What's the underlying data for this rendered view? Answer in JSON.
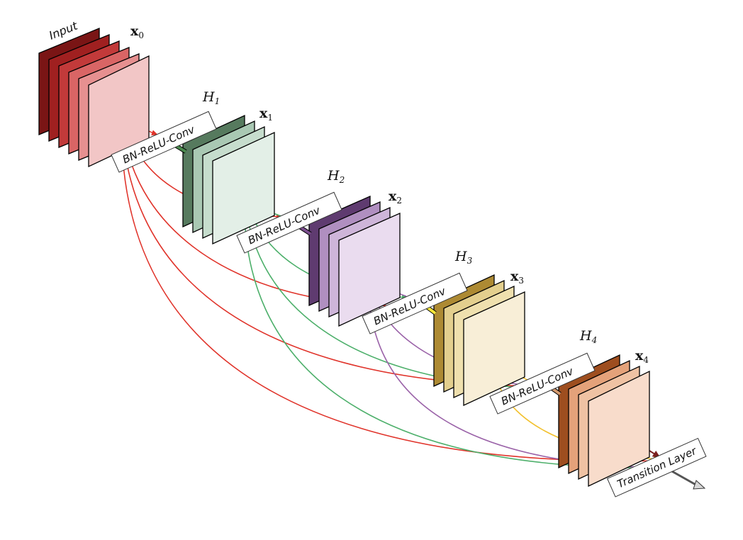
{
  "labels": {
    "input": "Input",
    "x0": {
      "sym": "x",
      "sub": "0"
    },
    "blocks": [
      {
        "h_sym": "H",
        "h_sub": "1",
        "op": "BN-ReLU-Conv",
        "x_sym": "x",
        "x_sub": "1"
      },
      {
        "h_sym": "H",
        "h_sub": "2",
        "op": "BN-ReLU-Conv",
        "x_sym": "x",
        "x_sub": "2"
      },
      {
        "h_sym": "H",
        "h_sub": "3",
        "op": "BN-ReLU-Conv",
        "x_sym": "x",
        "x_sub": "3"
      },
      {
        "h_sym": "H",
        "h_sub": "4",
        "op": "BN-ReLU-Conv",
        "x_sym": "x",
        "x_sub": "4"
      }
    ],
    "transition": "Transition Layer"
  },
  "colors": {
    "input": [
      "#7a1515",
      "#a02020",
      "#c23a3a",
      "#d96565",
      "#e69090",
      "#f2c6c6"
    ],
    "block1": [
      "#567a5e",
      "#a9c8b3",
      "#c6ddcd",
      "#e3efe7"
    ],
    "block2": [
      "#5f3b70",
      "#b08fc0",
      "#ceb5d9",
      "#eadcef"
    ],
    "block3": [
      "#ad8a33",
      "#e3cf8e",
      "#efe0ae",
      "#f8eed7"
    ],
    "block4": [
      "#9e4e1f",
      "#e4a27a",
      "#efc2a3",
      "#f8dccb"
    ],
    "edge_red": "#e0332a",
    "edge_green": "#4caf6a",
    "edge_purple": "#9a62a8",
    "edge_yellow": "#f2c12e",
    "edge_brown": "#7a1f1f"
  }
}
